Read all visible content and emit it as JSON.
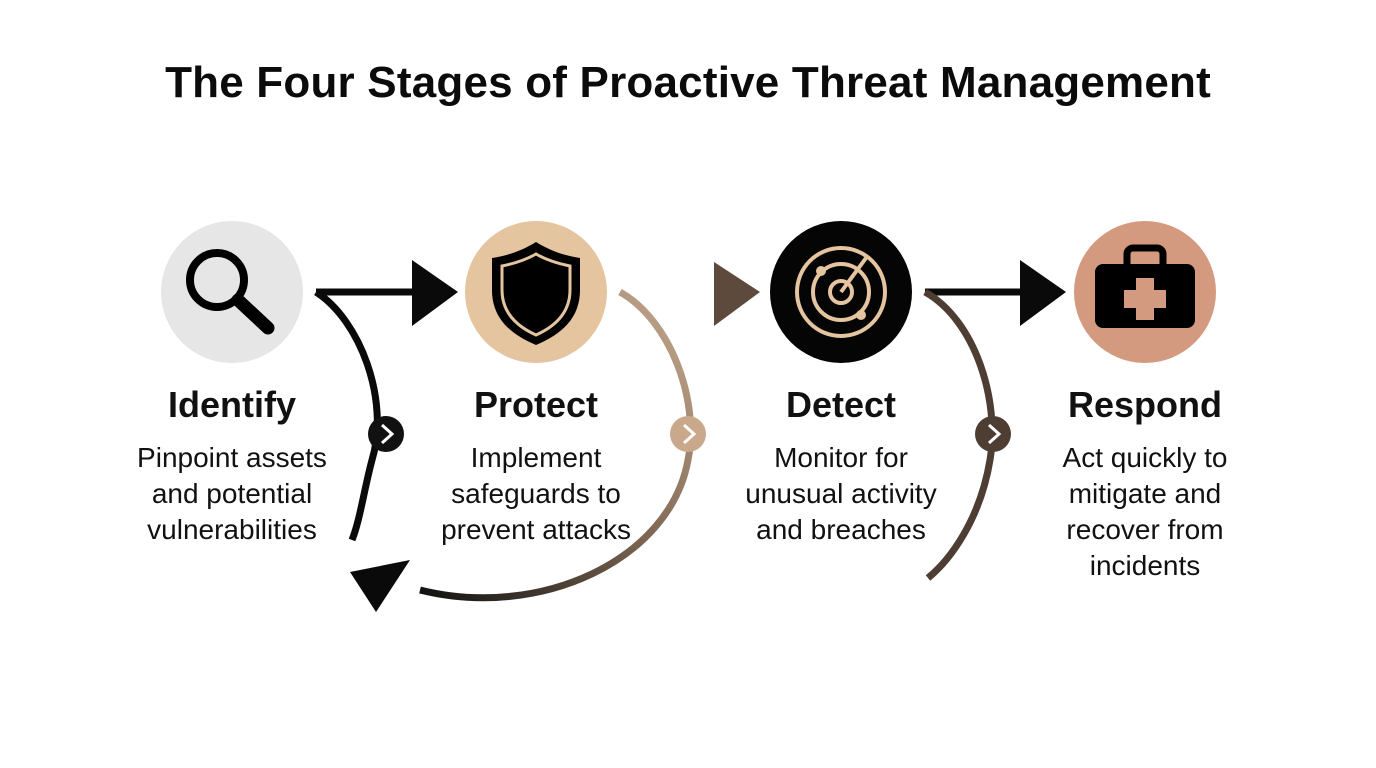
{
  "title": "The Four Stages of Proactive Threat Management",
  "colors": {
    "identify_circle": "#e6e6e6",
    "protect_circle": "#e5c4a0",
    "detect_circle": "#050505",
    "respond_circle": "#d49a80",
    "arrow_dark": "#0a0a0a",
    "arrow_tan": "#b59a80",
    "arrow_brown": "#4d3d33"
  },
  "stages": [
    {
      "name": "Identify",
      "icon": "magnifying-glass-icon",
      "description": [
        "Pinpoint assets",
        "and potential",
        "vulnerabilities"
      ]
    },
    {
      "name": "Protect",
      "icon": "shield-icon",
      "description": [
        "Implement",
        "safeguards to",
        "prevent attacks"
      ]
    },
    {
      "name": "Detect",
      "icon": "radar-icon",
      "description": [
        "Monitor for",
        "unusual activity",
        "and breaches"
      ]
    },
    {
      "name": "Respond",
      "icon": "first-aid-kit-icon",
      "description": [
        "Act quickly to",
        "mitigate and",
        "recover from",
        "incidents"
      ]
    }
  ]
}
